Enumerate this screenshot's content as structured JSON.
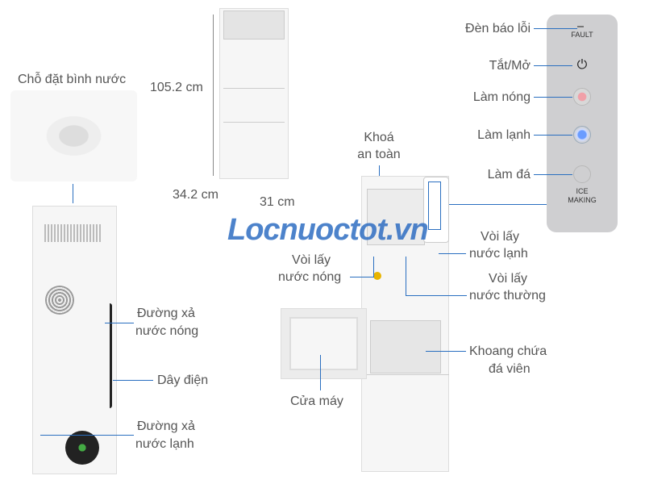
{
  "labels": {
    "bottle_seat": "Chỗ đặt bình nước",
    "height": "105.2 cm",
    "depth": "34.2 cm",
    "width": "31 cm",
    "fault_light": "Đèn báo lỗi",
    "power": "Tắt/Mở",
    "heating": "Làm nóng",
    "cooling": "Làm lạnh",
    "ice": "Làm đá",
    "safety_lock_1": "Khoá",
    "safety_lock_2": "an toàn",
    "hot_tap_1": "Vòi lấy",
    "hot_tap_2": "nước nóng",
    "cold_tap_1": "Vòi lấy",
    "cold_tap_2": "nước lạnh",
    "normal_tap_1": "Vòi lấy",
    "normal_tap_2": "nước thường",
    "ice_bin_1": "Khoang chứa",
    "ice_bin_2": "đá viên",
    "door": "Cửa máy",
    "hot_drain_1": "Đường xả",
    "hot_drain_2": "nước nóng",
    "power_cord": "Dây điện",
    "cold_drain_1": "Đường xả",
    "cold_drain_2": "nước lạnh"
  },
  "panel": {
    "fault": "FAULT",
    "ice_making_1": "ICE",
    "ice_making_2": "MAKING"
  },
  "watermark": "Locnuoctot.vn",
  "colors": {
    "line": "#2a6fc0",
    "panel": "#cfcfd1"
  }
}
